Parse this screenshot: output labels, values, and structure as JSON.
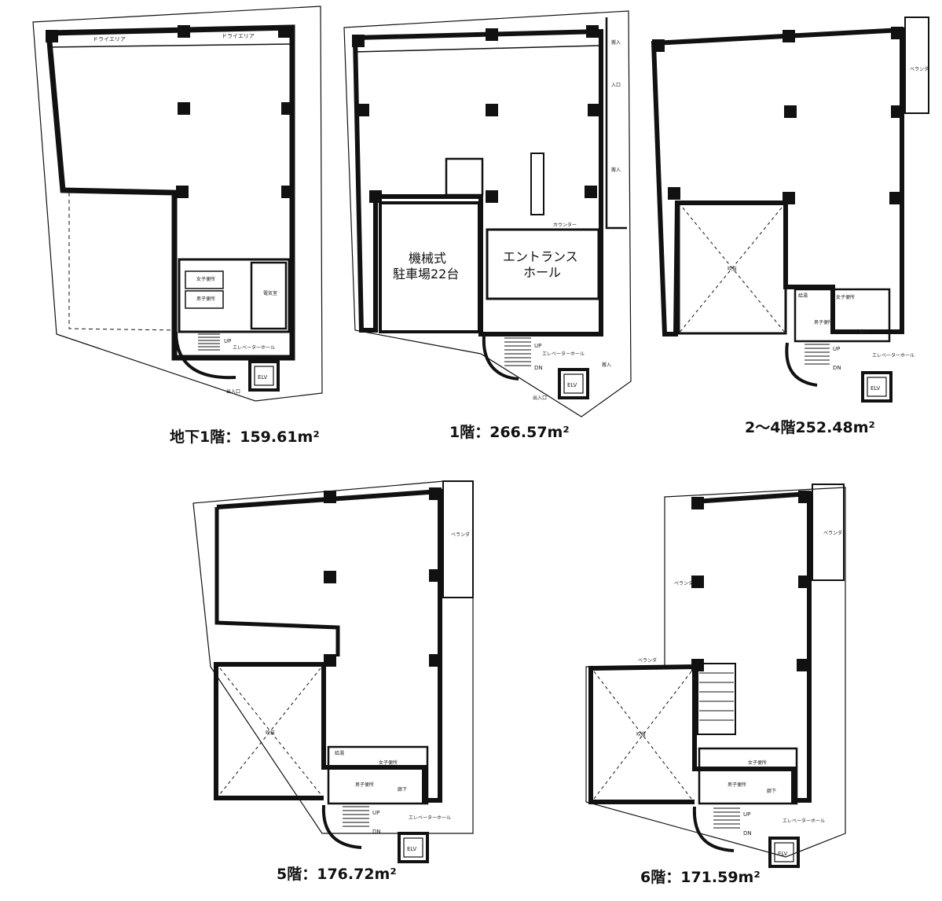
{
  "captions": {
    "b1": "地下1階：159.61m²",
    "f1": "1階：266.57m²",
    "f2_4": "2～4階252.48m²",
    "f5": "5階：176.72m²",
    "f6": "6階：171.59m²"
  },
  "labels": {
    "dry_area": "ドライエリア",
    "women_wc": "女子便所",
    "men_wc": "男子便所",
    "electric_room": "電気室",
    "up": "UP",
    "dn": "DN",
    "elevator_hall": "エレベーターホール",
    "elv": "ELV",
    "exit": "出入口",
    "kitchenette": "給湯",
    "hallway": "廊下",
    "balcony": "ベランダ",
    "entrance": "入口",
    "loading": "搬入",
    "counter": "カウンター",
    "parking_line1": "機械式",
    "parking_line2": "駐車場22台",
    "hall_line1": "エントランス",
    "hall_line2": "ホール",
    "void": "吹抜"
  },
  "colors": {
    "wall": "#111111",
    "ink": "#222222",
    "paper": "#ffffff"
  }
}
